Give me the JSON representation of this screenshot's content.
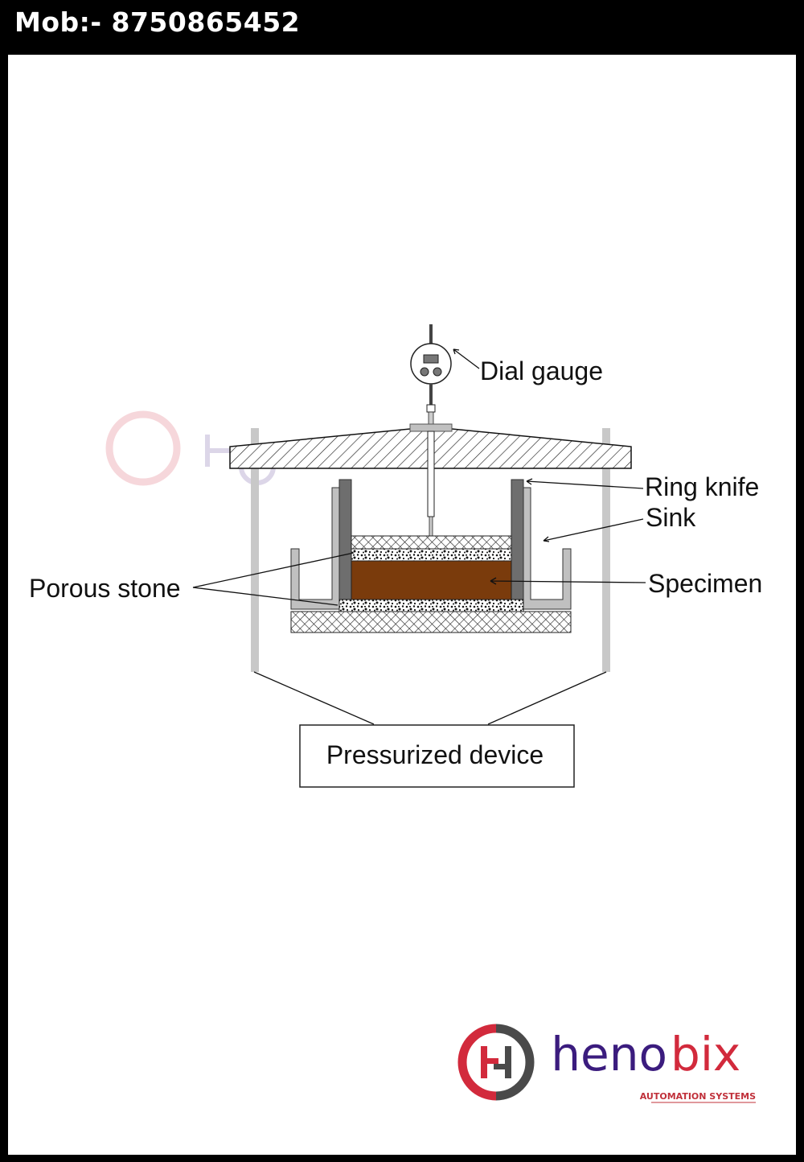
{
  "header": {
    "mobile": "Mob:- 8750865452"
  },
  "diagram": {
    "labels": {
      "dial_gauge": "Dial gauge",
      "ring_knife": "Ring knife",
      "sink": "Sink",
      "specimen": "Specimen",
      "porous_stone": "Porous stone",
      "pressurized_device": "Pressurized device"
    },
    "colors": {
      "specimen": "#7a3b0c",
      "ring_knife": "#6e6e6e",
      "sink": "#c0c0c0",
      "post": "#c8c8c8"
    }
  },
  "logo": {
    "name_part1": "heno",
    "name_part2": "bix",
    "tagline": "AUTOMATION SYSTEMS",
    "color_primary": "#3b1c7e",
    "color_accent": "#d22a3c"
  }
}
